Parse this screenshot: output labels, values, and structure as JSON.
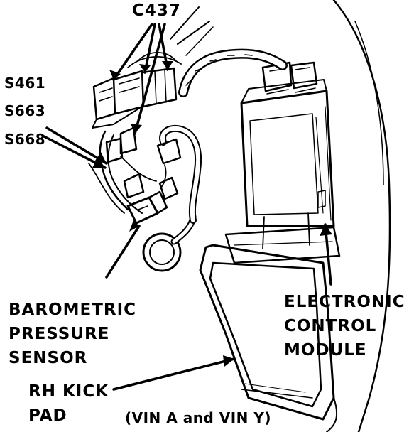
{
  "labels": {
    "c437": "C437",
    "s461": "S461",
    "s663": "S663",
    "s668": "S668",
    "baro_line1": "BAROMETRIC",
    "baro_line2": "PRESSURE",
    "baro_line3": "SENSOR",
    "ecm_line1": "ELECTRONIC",
    "ecm_line2": "CONTROL",
    "ecm_line3": "MODULE",
    "kick_line1": "RH KICK",
    "kick_line2": "PAD",
    "vin_note": "(VIN A and VIN Y)"
  },
  "colors": {
    "ink": "#000000",
    "paper": "#ffffff"
  }
}
